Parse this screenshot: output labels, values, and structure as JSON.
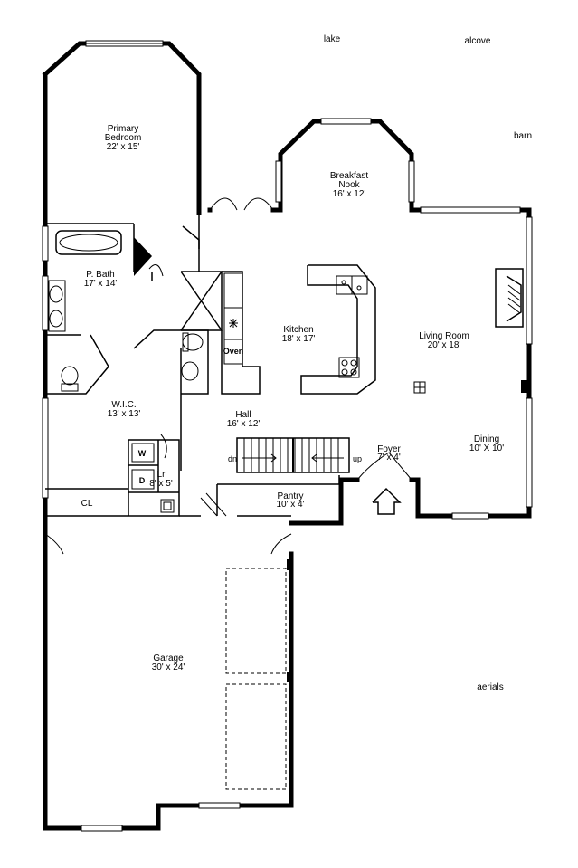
{
  "tags": {
    "lake": "lake",
    "alcove": "alcove",
    "barn": "barn",
    "aerials": "aerials"
  },
  "rooms": {
    "primary_bedroom": {
      "name_line1": "Primary",
      "name_line2": "Bedroom",
      "size": "22' x 15'"
    },
    "breakfast_nook": {
      "name_line1": "Breakfast",
      "name_line2": "Nook",
      "size": "16' x 12'"
    },
    "p_bath": {
      "name": "P. Bath",
      "size": "17' x 14'"
    },
    "kitchen": {
      "name": "Kitchen",
      "size": "18' x 17'"
    },
    "living_room": {
      "name": "Living Room",
      "size": "20' x 18'"
    },
    "wic": {
      "name": "W.I.C.",
      "size": "13' x 13'"
    },
    "hall": {
      "name": "Hall",
      "size": "16' x 12'"
    },
    "dining": {
      "name": "Dining",
      "size": "10' X 10'"
    },
    "foyer": {
      "name": "Foyer",
      "size": "7' x 4'"
    },
    "laundry": {
      "name": "Lr",
      "size": "8' x 5'"
    },
    "pantry": {
      "name": "Pantry",
      "size": "10' x 4'"
    },
    "closet": {
      "name": "CL"
    },
    "garage": {
      "name": "Garage",
      "size": "30' x 24'"
    }
  },
  "fixtures": {
    "oven": "Oven",
    "washer": "W",
    "dryer": "D",
    "stairs_down": "dn",
    "stairs_up": "up"
  }
}
